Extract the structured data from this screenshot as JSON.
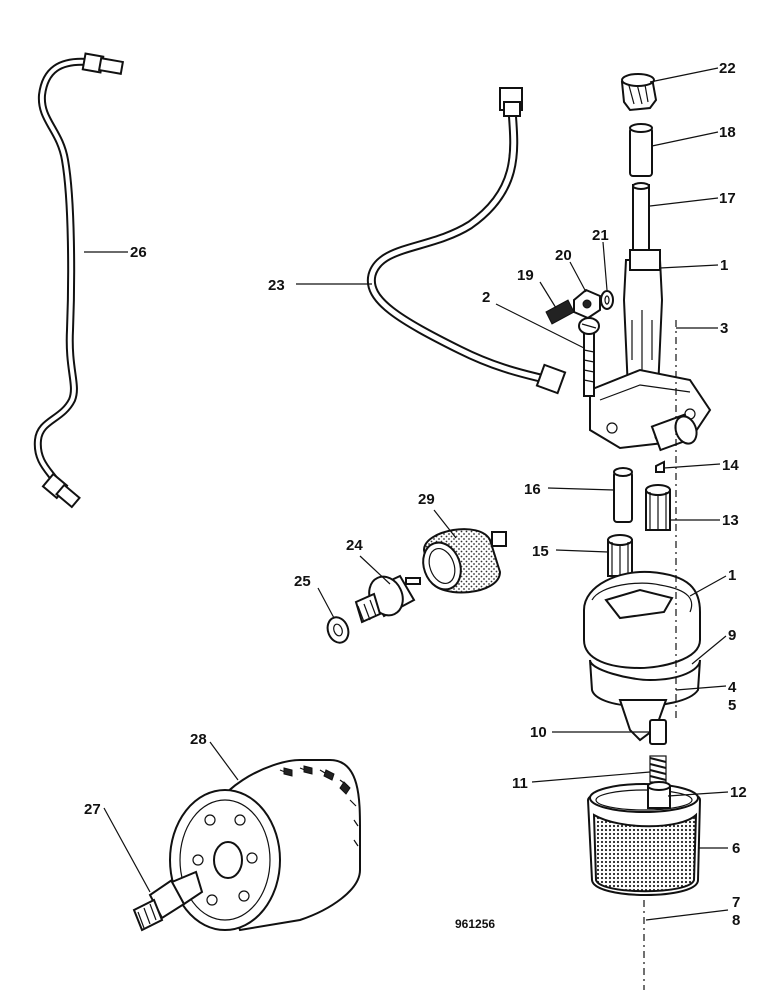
{
  "drawing_number": "961256",
  "callouts": [
    "22",
    "18",
    "17",
    "21",
    "20",
    "1",
    "19",
    "2",
    "3",
    "23",
    "26",
    "14",
    "16",
    "13",
    "29",
    "24",
    "15",
    "1",
    "25",
    "9",
    "4",
    "5",
    "10",
    "28",
    "11",
    "12",
    "27",
    "6",
    "7",
    "8"
  ]
}
